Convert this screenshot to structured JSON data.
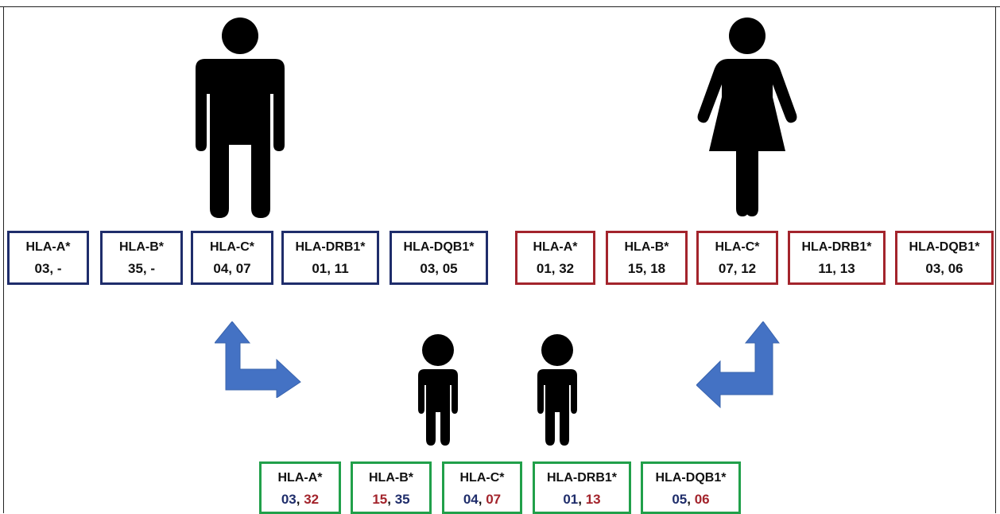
{
  "colors": {
    "father_border": "#1f2d6b",
    "mother_border": "#a3242c",
    "child_border": "#21a04a",
    "arrow": "#4472c4",
    "paternal_allele": "#1f2d6b",
    "maternal_allele": "#a3242c",
    "silhouette": "#000000"
  },
  "icons": {
    "father": "man-silhouette-icon",
    "mother": "woman-silhouette-icon",
    "child1": "child-silhouette-icon",
    "child2": "child-silhouette-icon",
    "left_arrow": "bent-arrow-right-icon",
    "right_arrow": "bent-arrow-left-icon"
  },
  "father": {
    "loci": [
      {
        "label": "HLA-A*",
        "value": "03, -"
      },
      {
        "label": "HLA-B*",
        "value": "35, -"
      },
      {
        "label": "HLA-C*",
        "value": "04, 07"
      },
      {
        "label": "HLA-DRB1*",
        "value": "01, 11"
      },
      {
        "label": "HLA-DQB1*",
        "value": "03, 05"
      }
    ]
  },
  "mother": {
    "loci": [
      {
        "label": "HLA-A*",
        "value": "01, 32"
      },
      {
        "label": "HLA-B*",
        "value": "15, 18"
      },
      {
        "label": "HLA-C*",
        "value": "07, 12"
      },
      {
        "label": "HLA-DRB1*",
        "value": "11, 13"
      },
      {
        "label": "HLA-DQB1*",
        "value": "03, 06"
      }
    ]
  },
  "child": {
    "loci": [
      {
        "label": "HLA-A*",
        "allele1": "03",
        "allele1_origin": "paternal",
        "allele2": "32",
        "allele2_origin": "maternal"
      },
      {
        "label": "HLA-B*",
        "allele1": "15",
        "allele1_origin": "maternal",
        "allele2": "35",
        "allele2_origin": "paternal"
      },
      {
        "label": "HLA-C*",
        "allele1": "04",
        "allele1_origin": "paternal",
        "allele2": "07",
        "allele2_origin": "maternal"
      },
      {
        "label": "HLA-DRB1*",
        "allele1": "01",
        "allele1_origin": "paternal",
        "allele2": "13",
        "allele2_origin": "maternal"
      },
      {
        "label": "HLA-DQB1*",
        "allele1": "05",
        "allele1_origin": "paternal",
        "allele2": "06",
        "allele2_origin": "maternal"
      }
    ]
  }
}
